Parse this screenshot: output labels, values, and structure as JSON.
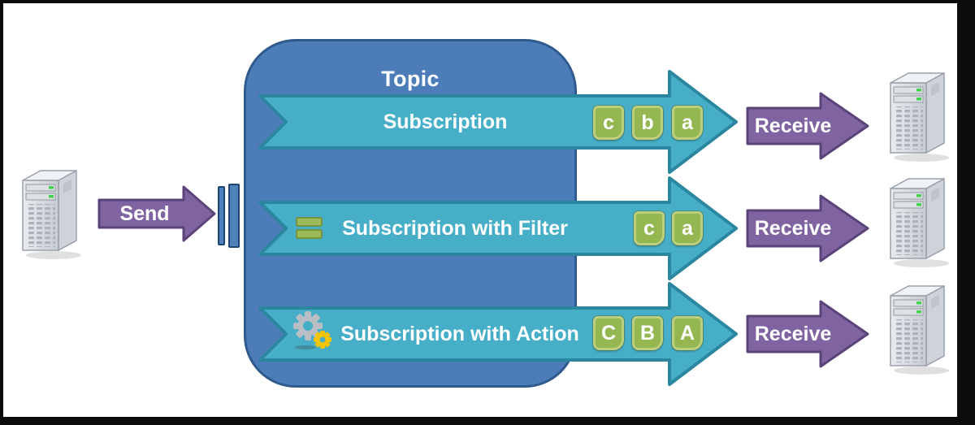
{
  "diagram": {
    "topic_label": "Topic",
    "send_label": "Send",
    "receive_label": "Receive",
    "rows": [
      {
        "label": "Subscription",
        "icon": null,
        "messages": [
          "c",
          "b",
          "a"
        ]
      },
      {
        "label": "Subscription with Filter",
        "icon": "filter-icon",
        "messages": [
          "c",
          "a"
        ]
      },
      {
        "label": "Subscription with Action",
        "icon": "gears-icon",
        "messages": [
          "C",
          "B",
          "A"
        ]
      }
    ],
    "colors": {
      "topic_fill": "#4c7db8",
      "topic_border": "#2f5a8d",
      "banner_fill": "#47aec8",
      "banner_border": "#2b87a0",
      "arrow_fill": "#8064a2",
      "arrow_border": "#5a4378",
      "message_fill": "#94b751",
      "message_border": "#bccf7f",
      "filter_fill": "#9bbb59",
      "filter_border": "#77933c",
      "gear_gray": "#b9bec5",
      "gear_yellow": "#f2c500"
    }
  }
}
